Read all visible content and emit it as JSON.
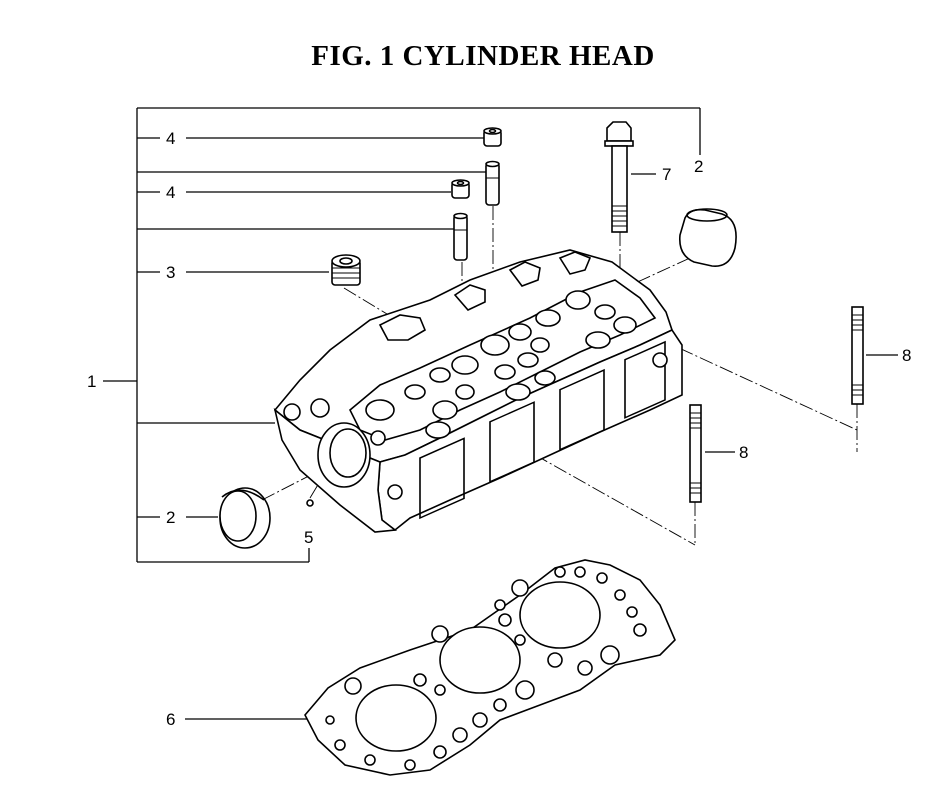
{
  "title": "FIG. 1  CYLINDER HEAD",
  "callouts": [
    {
      "id": "c1",
      "label": "1"
    },
    {
      "id": "c2a",
      "label": "2"
    },
    {
      "id": "c2b",
      "label": "2"
    },
    {
      "id": "c3",
      "label": "3"
    },
    {
      "id": "c4a",
      "label": "4"
    },
    {
      "id": "c4b",
      "label": "4"
    },
    {
      "id": "c5",
      "label": "5"
    },
    {
      "id": "c6",
      "label": "6"
    },
    {
      "id": "c7",
      "label": "7"
    },
    {
      "id": "c8a",
      "label": "8"
    },
    {
      "id": "c8b",
      "label": "8"
    }
  ]
}
